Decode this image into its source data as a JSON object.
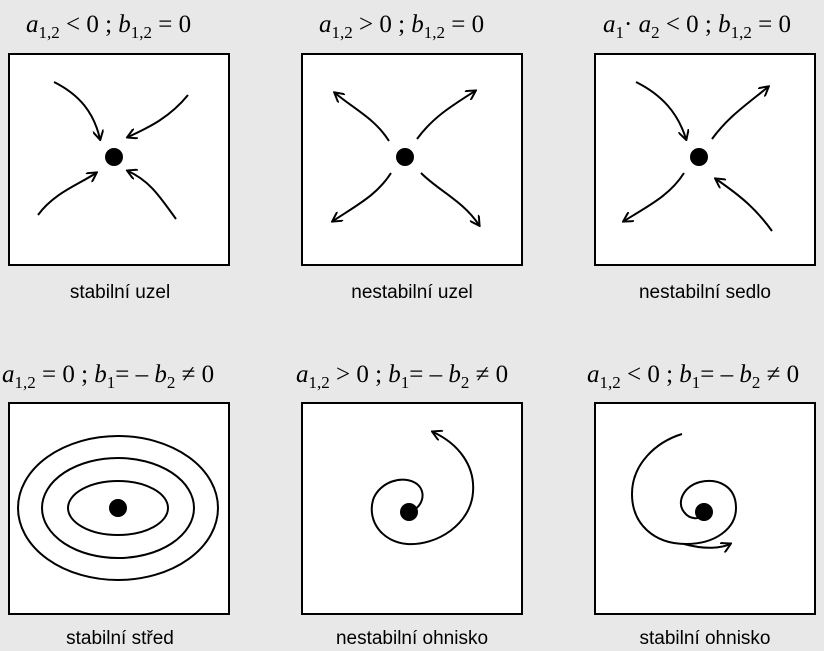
{
  "panels": [
    {
      "caption": "stabilní uzel",
      "condition": {
        "a": "a",
        "a_sub": "1,2",
        "a_rel": "< 0 ;",
        "b": "b",
        "b_sub": "1,2",
        "b_rel": "= 0"
      }
    },
    {
      "caption": "nestabilní uzel",
      "condition": {
        "a": "a",
        "a_sub": "1,2",
        "a_rel": "> 0 ;",
        "b": "b",
        "b_sub": "1,2",
        "b_rel": "= 0"
      }
    },
    {
      "caption": "nestabilní sedlo",
      "condition": {
        "a1": "a",
        "a1_sub": "1",
        "dot": "·",
        "a2": "a",
        "a2_sub": "2",
        "a_rel": "< 0 ;",
        "b": "b",
        "b_sub": "1,2",
        "b_rel": "= 0"
      }
    },
    {
      "caption": "stabilní střed",
      "condition": {
        "a": "a",
        "a_sub": "1,2",
        "a_rel": "= 0 ;",
        "b1": "b",
        "b1_sub": "1",
        "eq": "= –",
        "b2": "b",
        "b2_sub": "2",
        "ne": "≠ 0"
      }
    },
    {
      "caption": "nestabilní ohnisko",
      "condition": {
        "a": "a",
        "a_sub": "1,2",
        "a_rel": "> 0 ;",
        "b1": "b",
        "b1_sub": "1",
        "eq": "= –",
        "b2": "b",
        "b2_sub": "2",
        "ne": "≠ 0"
      }
    },
    {
      "caption": "stabilní ohnisko",
      "condition": {
        "a": "a",
        "a_sub": "1,2",
        "a_rel": "< 0 ;",
        "b1": "b",
        "b1_sub": "1",
        "eq": "= –",
        "b2": "b",
        "b2_sub": "2",
        "ne": "≠ 0"
      }
    }
  ]
}
